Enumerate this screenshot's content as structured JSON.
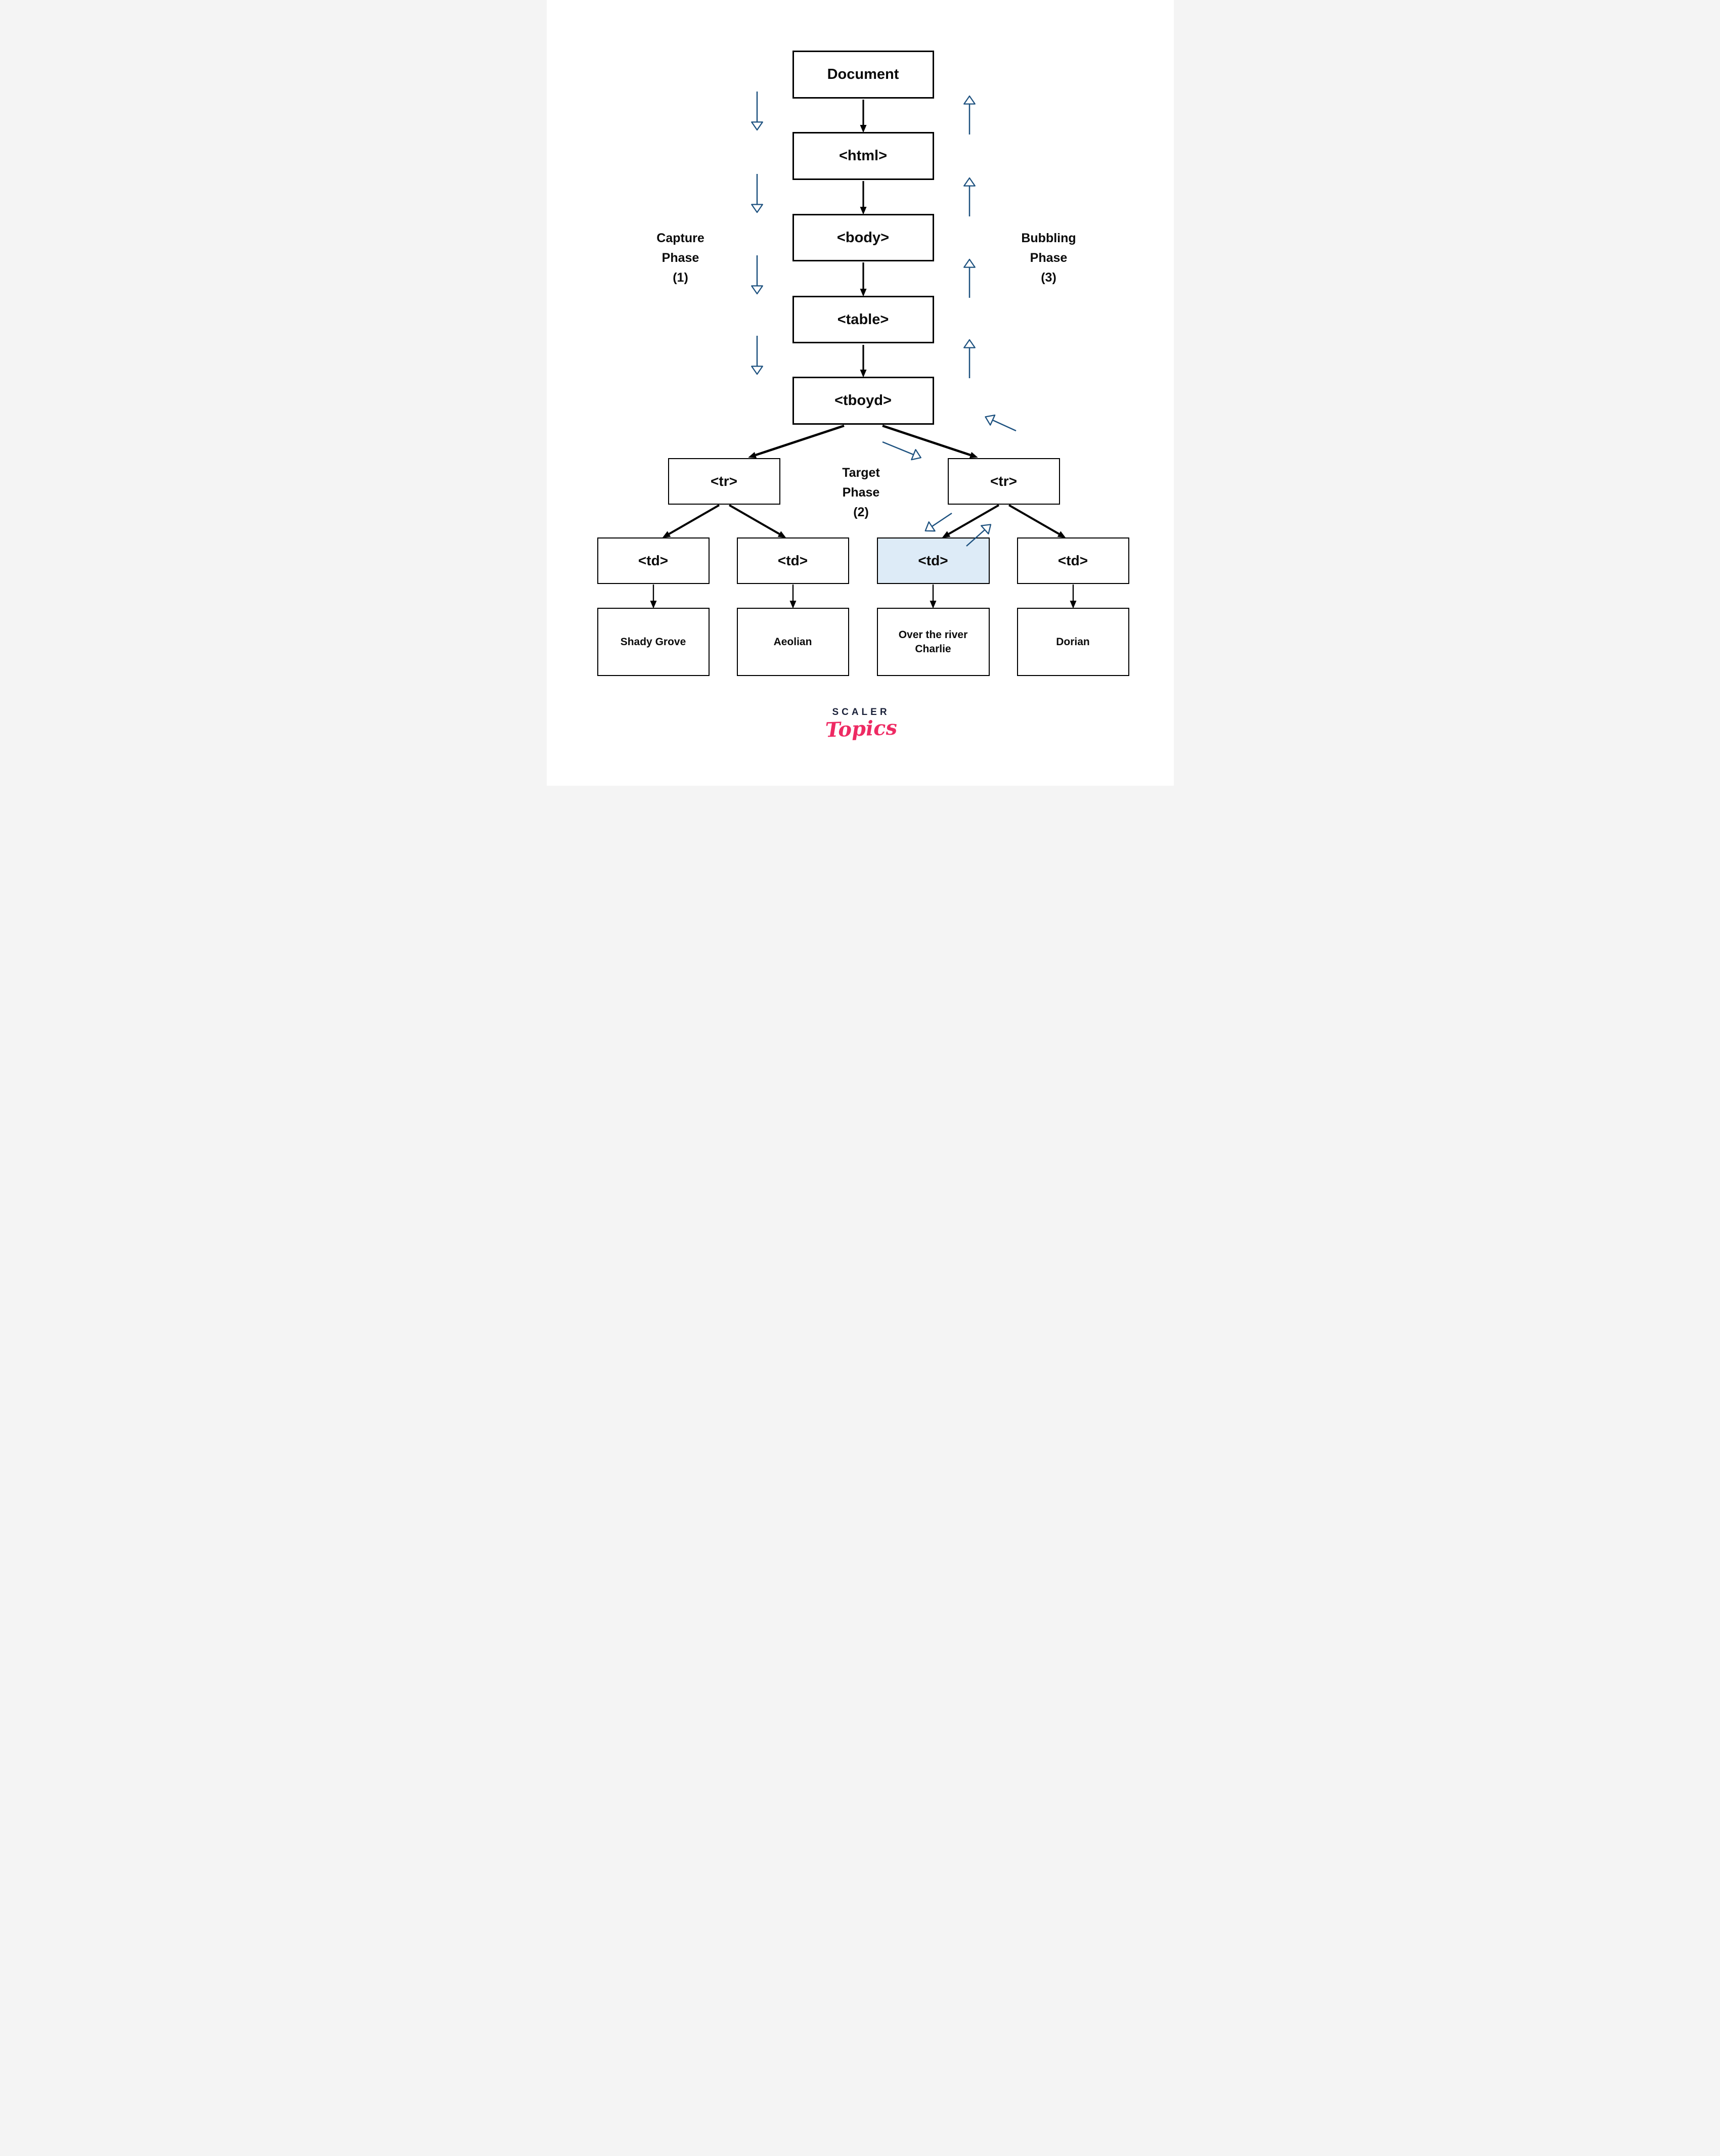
{
  "nodes": {
    "document": "Document",
    "html": "<html>",
    "body": "<body>",
    "table": "<table>",
    "tbody": "<tboyd>",
    "tr_left": "<tr>",
    "tr_right": "<tr>",
    "td_1": "<td>",
    "td_2": "<td>",
    "td_3": "<td>",
    "td_4": "<td>",
    "leaf_1": "Shady Grove",
    "leaf_2": "Aeolian",
    "leaf_3": "Over the river Charlie",
    "leaf_4": "Dorian"
  },
  "phases": {
    "capture": {
      "line1": "Capture",
      "line2": "Phase",
      "line3": "(1)"
    },
    "target": {
      "line1": "Target",
      "line2": "Phase",
      "line3": "(2)"
    },
    "bubbling": {
      "line1": "Bubbling",
      "line2": "Phase",
      "line3": "(3)"
    }
  },
  "logo": {
    "brand": "SCALER",
    "product": "Topics"
  },
  "colors": {
    "arrow_black": "#000000",
    "arrow_blue": "#1d517f",
    "highlight_fill": "#ddebf7",
    "box_border": "#000000",
    "logo_brand": "#192038",
    "logo_product": "#ee2a63",
    "background": "#ffffff"
  }
}
